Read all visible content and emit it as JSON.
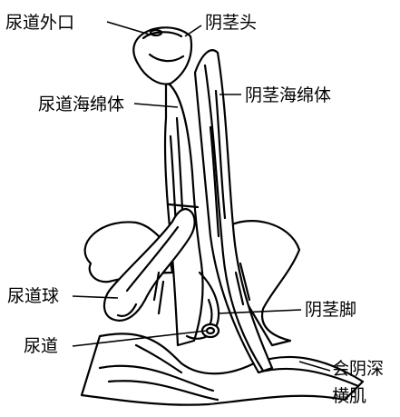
{
  "colors": {
    "ink": "#000000",
    "paper": "#ffffff"
  },
  "labels": {
    "urethral_orifice": "尿道外口",
    "glans": "阴茎头",
    "spongiosum": "尿道海绵体",
    "cavernosum": "阴茎海绵体",
    "bulb": "尿道球",
    "crus": "阴茎脚",
    "urethra": "尿道",
    "deep_transverse_1": "会阴深",
    "deep_transverse_2": "横肌"
  }
}
